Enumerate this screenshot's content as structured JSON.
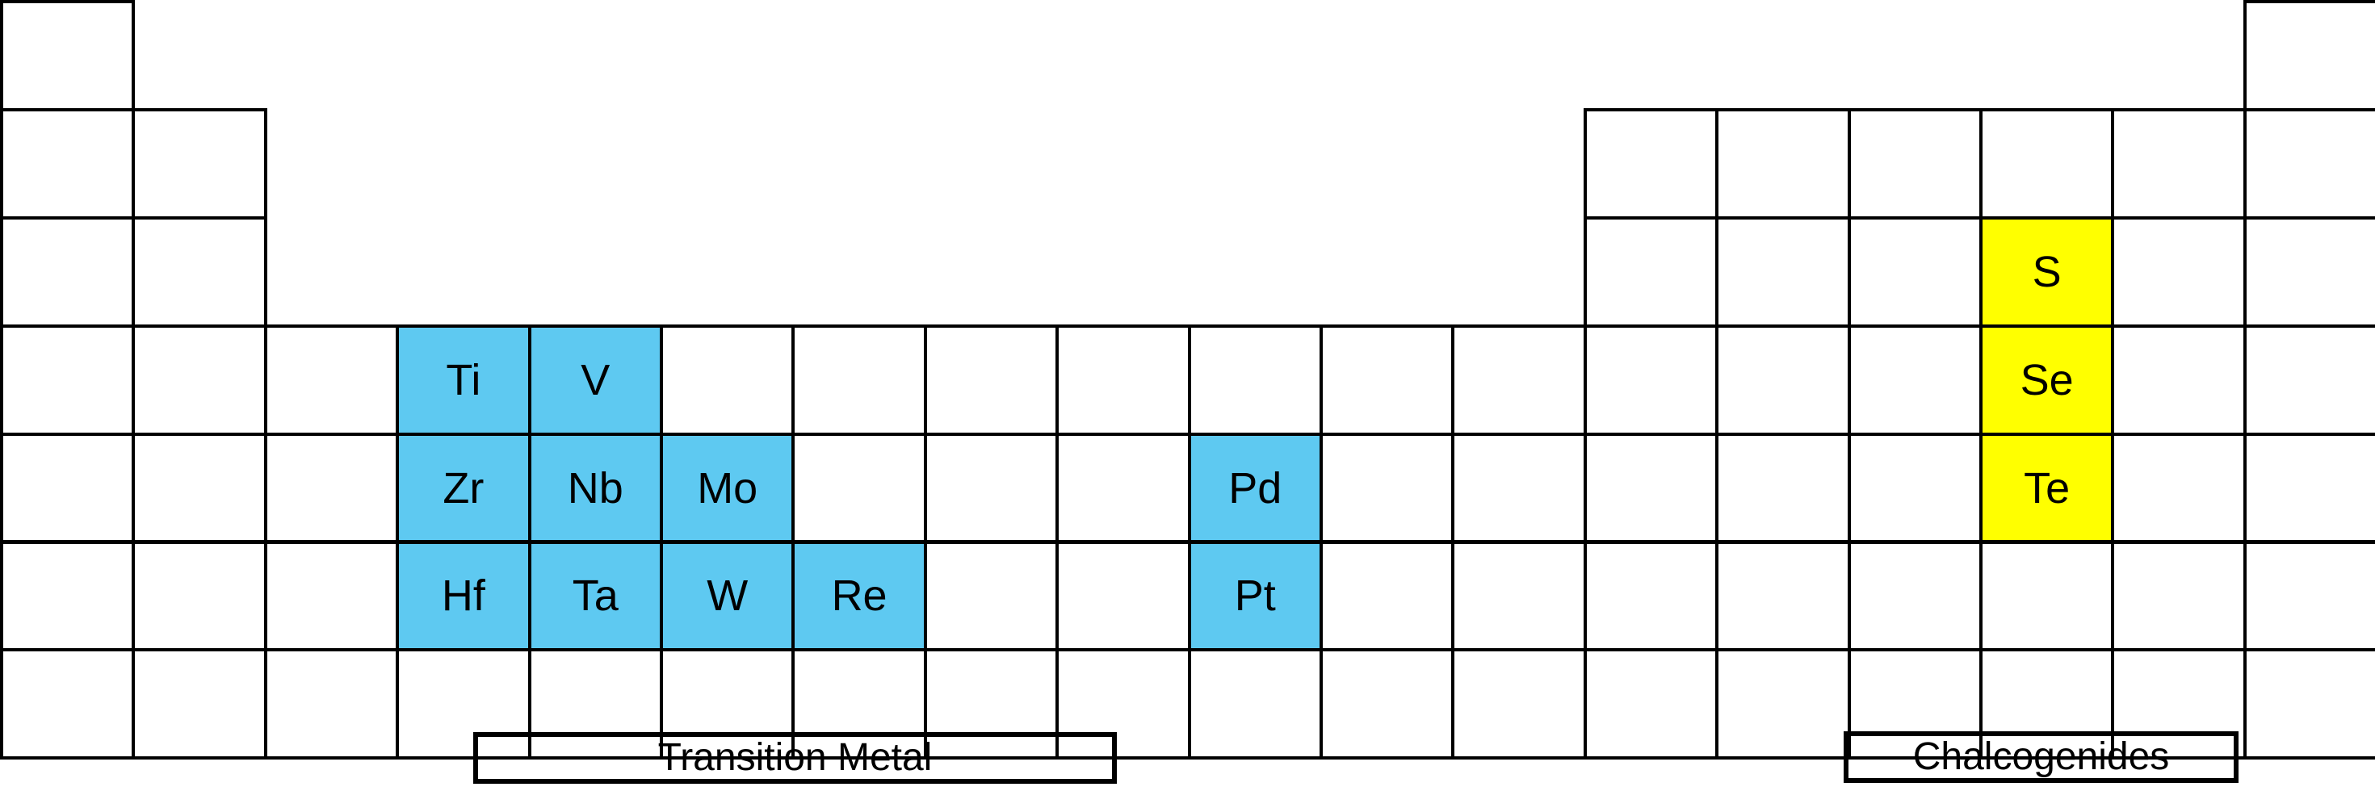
{
  "colors": {
    "transition_metal": "#5ec9f1",
    "chalcogenide": "#ffff00",
    "empty": "#ffffff",
    "border": "#000000"
  },
  "legend": {
    "transition_metal": "Transition Metal",
    "chalcogenides": "Chalcogenides"
  },
  "rows": [
    {
      "period": 1,
      "cells": [
        {
          "group": 1,
          "symbol": "",
          "category": "empty"
        },
        {
          "group": 18,
          "symbol": "",
          "category": "empty"
        }
      ]
    },
    {
      "period": 2,
      "cells": [
        {
          "group": 1,
          "symbol": "",
          "category": "empty"
        },
        {
          "group": 2,
          "symbol": "",
          "category": "empty"
        },
        {
          "group": 13,
          "symbol": "",
          "category": "empty"
        },
        {
          "group": 14,
          "symbol": "",
          "category": "empty"
        },
        {
          "group": 15,
          "symbol": "",
          "category": "empty"
        },
        {
          "group": 16,
          "symbol": "",
          "category": "empty"
        },
        {
          "group": 17,
          "symbol": "",
          "category": "empty"
        },
        {
          "group": 18,
          "symbol": "",
          "category": "empty"
        }
      ]
    },
    {
      "period": 3,
      "cells": [
        {
          "group": 1,
          "symbol": "",
          "category": "empty"
        },
        {
          "group": 2,
          "symbol": "",
          "category": "empty"
        },
        {
          "group": 13,
          "symbol": "",
          "category": "empty"
        },
        {
          "group": 14,
          "symbol": "",
          "category": "empty"
        },
        {
          "group": 15,
          "symbol": "",
          "category": "empty"
        },
        {
          "group": 16,
          "symbol": "S",
          "category": "chalcogenide"
        },
        {
          "group": 17,
          "symbol": "",
          "category": "empty"
        },
        {
          "group": 18,
          "symbol": "",
          "category": "empty"
        }
      ]
    },
    {
      "period": 4,
      "cells": [
        {
          "group": 1,
          "symbol": "",
          "category": "empty"
        },
        {
          "group": 2,
          "symbol": "",
          "category": "empty"
        },
        {
          "group": 3,
          "symbol": "",
          "category": "empty"
        },
        {
          "group": 4,
          "symbol": "Ti",
          "category": "transition_metal"
        },
        {
          "group": 5,
          "symbol": "V",
          "category": "transition_metal"
        },
        {
          "group": 6,
          "symbol": "",
          "category": "empty"
        },
        {
          "group": 7,
          "symbol": "",
          "category": "empty"
        },
        {
          "group": 8,
          "symbol": "",
          "category": "empty"
        },
        {
          "group": 9,
          "symbol": "",
          "category": "empty"
        },
        {
          "group": 10,
          "symbol": "",
          "category": "empty"
        },
        {
          "group": 11,
          "symbol": "",
          "category": "empty"
        },
        {
          "group": 12,
          "symbol": "",
          "category": "empty"
        },
        {
          "group": 13,
          "symbol": "",
          "category": "empty"
        },
        {
          "group": 14,
          "symbol": "",
          "category": "empty"
        },
        {
          "group": 15,
          "symbol": "",
          "category": "empty"
        },
        {
          "group": 16,
          "symbol": "Se",
          "category": "chalcogenide"
        },
        {
          "group": 17,
          "symbol": "",
          "category": "empty"
        },
        {
          "group": 18,
          "symbol": "",
          "category": "empty"
        }
      ]
    },
    {
      "period": 5,
      "cells": [
        {
          "group": 1,
          "symbol": "",
          "category": "empty"
        },
        {
          "group": 2,
          "symbol": "",
          "category": "empty"
        },
        {
          "group": 3,
          "symbol": "",
          "category": "empty"
        },
        {
          "group": 4,
          "symbol": "Zr",
          "category": "transition_metal"
        },
        {
          "group": 5,
          "symbol": "Nb",
          "category": "transition_metal"
        },
        {
          "group": 6,
          "symbol": "Mo",
          "category": "transition_metal"
        },
        {
          "group": 7,
          "symbol": "",
          "category": "empty"
        },
        {
          "group": 8,
          "symbol": "",
          "category": "empty"
        },
        {
          "group": 9,
          "symbol": "",
          "category": "empty"
        },
        {
          "group": 10,
          "symbol": "Pd",
          "category": "transition_metal"
        },
        {
          "group": 11,
          "symbol": "",
          "category": "empty"
        },
        {
          "group": 12,
          "symbol": "",
          "category": "empty"
        },
        {
          "group": 13,
          "symbol": "",
          "category": "empty"
        },
        {
          "group": 14,
          "symbol": "",
          "category": "empty"
        },
        {
          "group": 15,
          "symbol": "",
          "category": "empty"
        },
        {
          "group": 16,
          "symbol": "Te",
          "category": "chalcogenide"
        },
        {
          "group": 17,
          "symbol": "",
          "category": "empty"
        },
        {
          "group": 18,
          "symbol": "",
          "category": "empty"
        }
      ]
    },
    {
      "period": 6,
      "cells": [
        {
          "group": 1,
          "symbol": "",
          "category": "empty"
        },
        {
          "group": 2,
          "symbol": "",
          "category": "empty"
        },
        {
          "group": 3,
          "symbol": "",
          "category": "empty"
        },
        {
          "group": 4,
          "symbol": "Hf",
          "category": "transition_metal"
        },
        {
          "group": 5,
          "symbol": "Ta",
          "category": "transition_metal"
        },
        {
          "group": 6,
          "symbol": "W",
          "category": "transition_metal"
        },
        {
          "group": 7,
          "symbol": "Re",
          "category": "transition_metal"
        },
        {
          "group": 8,
          "symbol": "",
          "category": "empty"
        },
        {
          "group": 9,
          "symbol": "",
          "category": "empty"
        },
        {
          "group": 10,
          "symbol": "Pt",
          "category": "transition_metal"
        },
        {
          "group": 11,
          "symbol": "",
          "category": "empty"
        },
        {
          "group": 12,
          "symbol": "",
          "category": "empty"
        },
        {
          "group": 13,
          "symbol": "",
          "category": "empty"
        },
        {
          "group": 14,
          "symbol": "",
          "category": "empty"
        },
        {
          "group": 15,
          "symbol": "",
          "category": "empty"
        },
        {
          "group": 16,
          "symbol": "",
          "category": "empty"
        },
        {
          "group": 17,
          "symbol": "",
          "category": "empty"
        },
        {
          "group": 18,
          "symbol": "",
          "category": "empty"
        }
      ]
    },
    {
      "period": 7,
      "cells": [
        {
          "group": 1,
          "symbol": "",
          "category": "empty"
        },
        {
          "group": 2,
          "symbol": "",
          "category": "empty"
        },
        {
          "group": 3,
          "symbol": "",
          "category": "empty"
        },
        {
          "group": 4,
          "symbol": "",
          "category": "empty"
        },
        {
          "group": 5,
          "symbol": "",
          "category": "empty"
        },
        {
          "group": 6,
          "symbol": "",
          "category": "empty"
        },
        {
          "group": 7,
          "symbol": "",
          "category": "empty"
        },
        {
          "group": 8,
          "symbol": "",
          "category": "empty"
        },
        {
          "group": 9,
          "symbol": "",
          "category": "empty"
        },
        {
          "group": 10,
          "symbol": "",
          "category": "empty"
        },
        {
          "group": 11,
          "symbol": "",
          "category": "empty"
        },
        {
          "group": 12,
          "symbol": "",
          "category": "empty"
        },
        {
          "group": 13,
          "symbol": "",
          "category": "empty"
        },
        {
          "group": 14,
          "symbol": "",
          "category": "empty"
        },
        {
          "group": 15,
          "symbol": "",
          "category": "empty"
        },
        {
          "group": 16,
          "symbol": "",
          "category": "empty"
        },
        {
          "group": 17,
          "symbol": "",
          "category": "empty"
        },
        {
          "group": 18,
          "symbol": "",
          "category": "empty"
        }
      ]
    }
  ]
}
